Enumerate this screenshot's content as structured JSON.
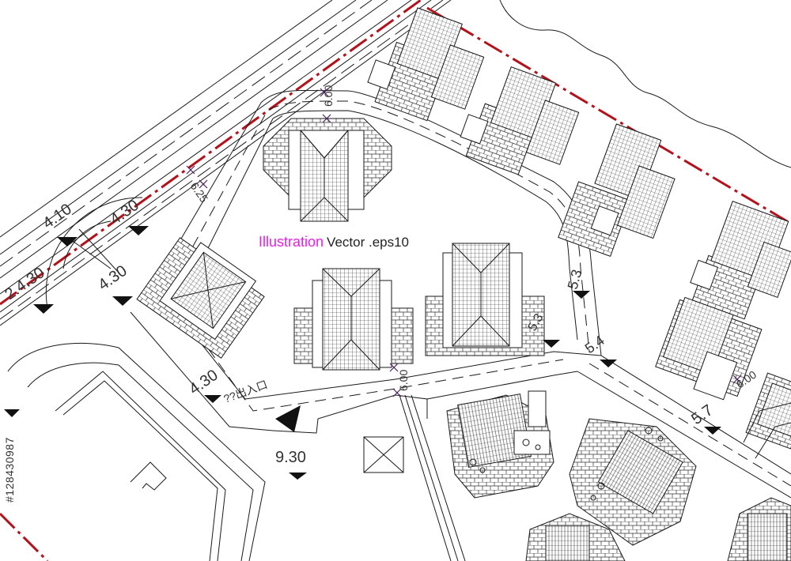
{
  "caption": {
    "illustration": "Illustration",
    "vector": "Vector .eps10",
    "illustration_color": "#e61ee6"
  },
  "stock_id": "#128430987",
  "elevations": {
    "e1": "4.10",
    "e2": "4.30",
    "e3": "2.4.30",
    "e4": "4.30",
    "e5": "4.30",
    "e6": "9.30",
    "e7": "5.3",
    "e8": "5.4",
    "e9": "5.7",
    "e10": "6.00",
    "e11": "6.00",
    "e12": "6.00",
    "e13": "6.25",
    "e14": "5.3"
  },
  "entrance_label": "??出入口",
  "colors": {
    "line": "#1a1a1a",
    "boundary_red": "#b3121b",
    "hatch": "#555555"
  }
}
